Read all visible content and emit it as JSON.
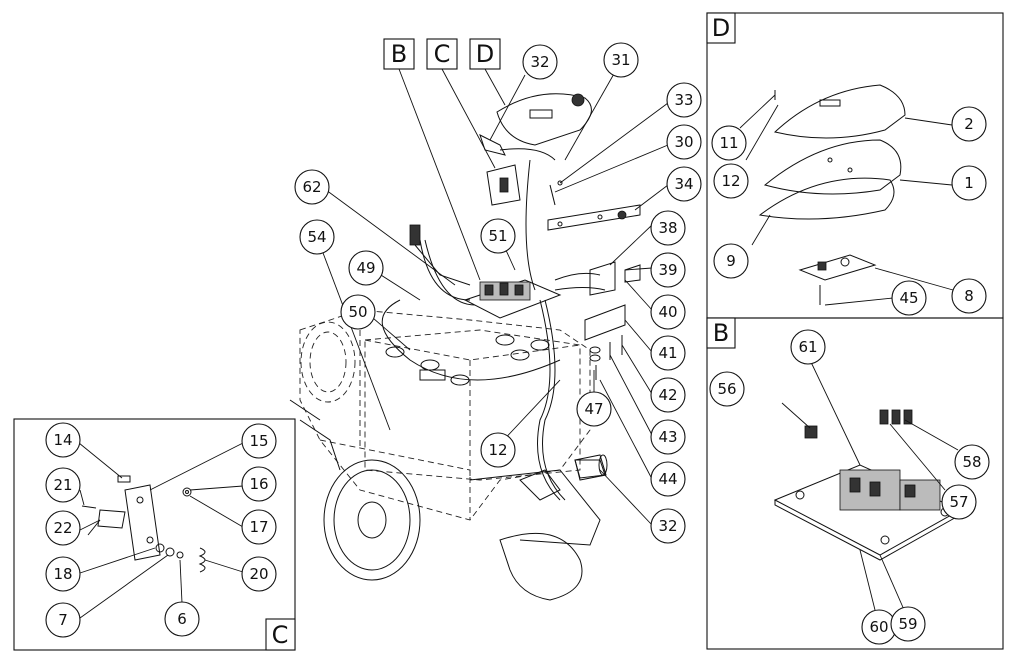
{
  "panel_tags": {
    "b_top": "B",
    "c_top": "C",
    "d_top": "D",
    "d_panel": "D",
    "b_panel": "B",
    "c_panel": "C"
  },
  "callouts": {
    "c32_top": "32",
    "c31": "31",
    "c33": "33",
    "c30": "30",
    "c34": "34",
    "c62": "62",
    "c54": "54",
    "c51": "51",
    "c38": "38",
    "c49": "49",
    "c39": "39",
    "c50": "50",
    "c40": "40",
    "c41": "41",
    "c42": "42",
    "c47": "47",
    "c43": "43",
    "c12_main": "12",
    "c44": "44",
    "c32_bottom": "32",
    "d11": "11",
    "d12": "12",
    "d2": "2",
    "d1": "1",
    "d9": "9",
    "d8": "8",
    "d45": "45",
    "b61": "61",
    "b56": "56",
    "b58": "58",
    "b57": "57",
    "b60": "60",
    "b59": "59",
    "c14": "14",
    "c15": "15",
    "c21": "21",
    "c16": "16",
    "c22": "22",
    "c17": "17",
    "c18": "18",
    "c20": "20",
    "c7": "7",
    "c6": "6"
  },
  "icons": [
    "wheelchair-base",
    "battery",
    "controller-module",
    "joystick-housing",
    "bracket",
    "fuse",
    "circuit-board"
  ]
}
